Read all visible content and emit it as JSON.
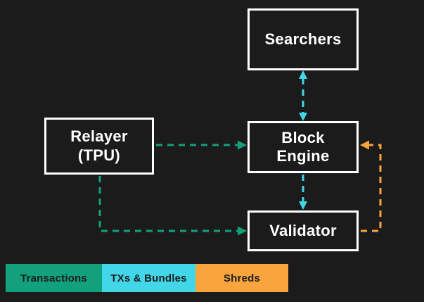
{
  "diagram": {
    "nodes": {
      "searchers": {
        "label": "Searchers"
      },
      "relayer": {
        "label": "Relayer\n(TPU)"
      },
      "block_engine": {
        "label": "Block\nEngine"
      },
      "validator": {
        "label": "Validator"
      }
    },
    "edges": [
      {
        "from": "searchers",
        "to": "block_engine",
        "type": "txs_bundles",
        "direction": "both"
      },
      {
        "from": "relayer",
        "to": "block_engine",
        "type": "transactions",
        "direction": "forward"
      },
      {
        "from": "relayer",
        "to": "validator",
        "type": "transactions",
        "direction": "forward"
      },
      {
        "from": "block_engine",
        "to": "validator",
        "type": "txs_bundles",
        "direction": "forward"
      },
      {
        "from": "validator",
        "to": "block_engine",
        "type": "shreds",
        "direction": "forward"
      }
    ]
  },
  "legend": {
    "items": [
      {
        "label": "Transactions",
        "color_key": "transactions"
      },
      {
        "label": "TXs & Bundles",
        "color_key": "txs_bundles"
      },
      {
        "label": "Shreds",
        "color_key": "shreds"
      }
    ]
  },
  "colors": {
    "transactions": "#13A07D",
    "txs_bundles": "#42D7E8",
    "shreds": "#F9A43C",
    "background": "#1B1B1B",
    "box_border": "#FFFFFF",
    "box_text": "#FFFFFF",
    "legend_text": "#1B1B1B"
  }
}
